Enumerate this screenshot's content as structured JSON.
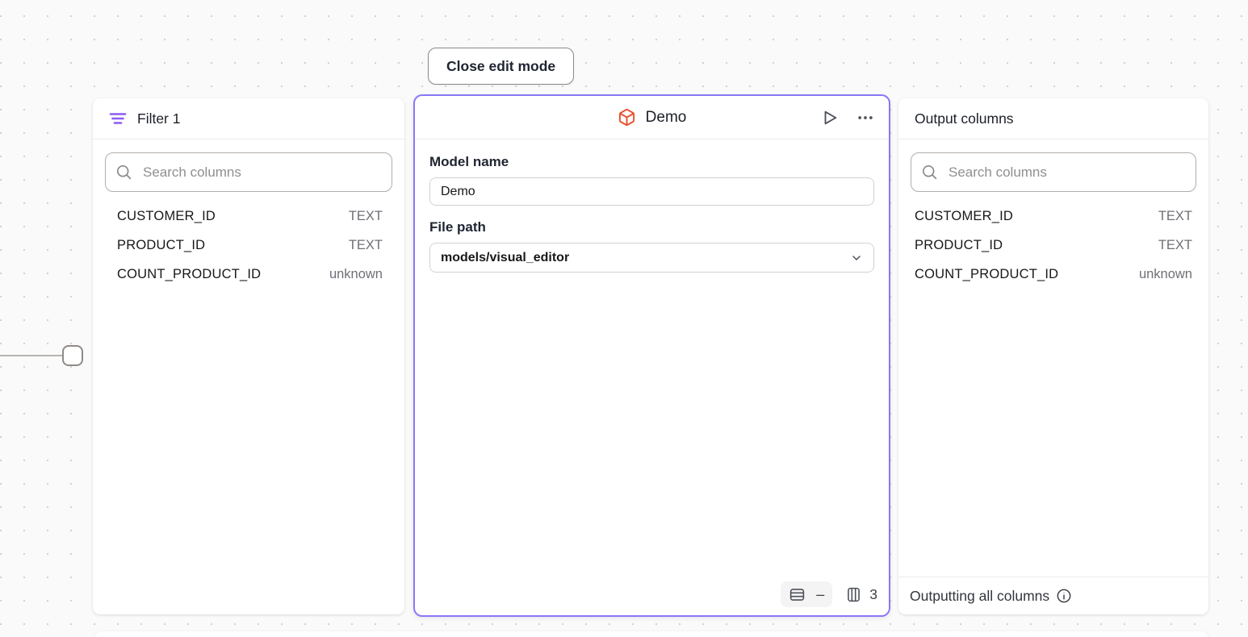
{
  "toolbar": {
    "close_edit_label": "Close edit mode"
  },
  "filter_panel": {
    "title": "Filter 1",
    "search_placeholder": "Search columns",
    "columns": [
      {
        "name": "CUSTOMER_ID",
        "type": "TEXT"
      },
      {
        "name": "PRODUCT_ID",
        "type": "TEXT"
      },
      {
        "name": "COUNT_PRODUCT_ID",
        "type": "unknown"
      }
    ]
  },
  "model_panel": {
    "title": "Demo",
    "model_name_label": "Model name",
    "model_name_value": "Demo",
    "file_path_label": "File path",
    "file_path_value": "models/visual_editor",
    "row_count": "–",
    "column_count": "3"
  },
  "output_panel": {
    "title": "Output columns",
    "search_placeholder": "Search columns",
    "columns": [
      {
        "name": "CUSTOMER_ID",
        "type": "TEXT"
      },
      {
        "name": "PRODUCT_ID",
        "type": "TEXT"
      },
      {
        "name": "COUNT_PRODUCT_ID",
        "type": "unknown"
      }
    ],
    "footer_label": "Outputting all columns"
  },
  "colors": {
    "selected_node_border": "#8878f9",
    "filter_icon": "#8b5cf6",
    "model_icon": "#e8502e",
    "canvas_background": "#fafafa"
  }
}
